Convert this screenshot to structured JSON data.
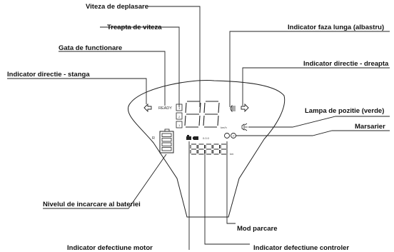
{
  "labels": {
    "speed": "Viteza de deplasare",
    "gear": "Treapta de viteza",
    "ready_label": "Gata de functionare",
    "turn_left": "Indicator directie - stanga",
    "high_beam": "Indicator faza lunga (albastru)",
    "turn_right": "Indicator directie - dreapta",
    "position_lamp": "Lampa de pozitie (verde)",
    "reverse": "Marsarier",
    "battery": "Nivelul de incarcare al bateriei",
    "parking": "Mod parcare",
    "motor_fault": "Indicator defectiune motor",
    "controller_fault": "Indicator defectiune controler"
  },
  "dashboard": {
    "ready_text": "READY",
    "speed_unit": "km/h",
    "odo_unit": "km",
    "odo_small": "0.0.0",
    "gears": [
      "3",
      "2",
      "1"
    ],
    "battery_symbol": "R",
    "battery_bars": 4
  },
  "icons": [
    "left-arrow-icon",
    "right-arrow-icon",
    "high-beam-icon",
    "position-lamp-icon",
    "reverse-icon",
    "parking-icon",
    "motor-fault-icon",
    "controller-fault-icon",
    "battery-icon"
  ]
}
